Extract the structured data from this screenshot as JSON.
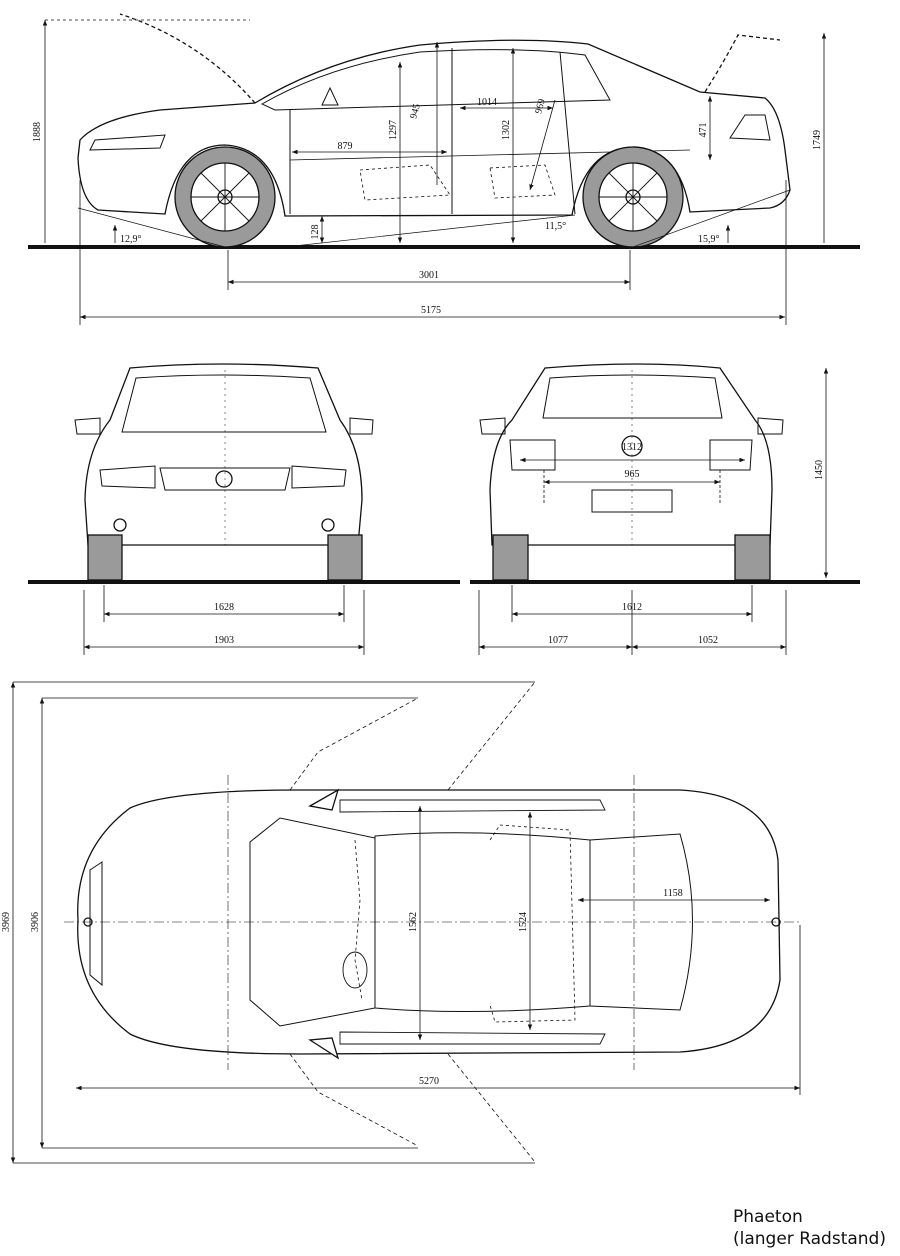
{
  "caption": {
    "line1": "Phaeton",
    "line2": "(langer Radstand)"
  },
  "side_view": {
    "overall_height": "1888",
    "height_rear": "1749",
    "wheelbase": "3001",
    "overall_length": "5175",
    "front_overhang_to_door": "879",
    "front_headroom": "1297",
    "front_seat_angle": "945",
    "rear_legroom": "1014",
    "interior_height": "1302",
    "rear_seat_angle": "969",
    "trunk_height": "471",
    "ground_clearance": "128",
    "approach_angle": "12,9°",
    "departure_angle": "15,9°",
    "ramp_angle": "11,5°"
  },
  "front_view": {
    "track_front": "1628",
    "width": "1903"
  },
  "rear_view": {
    "trunk_opening_width": "1312",
    "trunk_lid_width": "965",
    "height": "1450",
    "track_rear": "1612",
    "half_width_left": "1077",
    "half_width_right": "1052"
  },
  "top_view": {
    "width_mirrors_open": "3969",
    "width_doors_open": "3906",
    "interior_width_front": "1562",
    "interior_width_rear": "1524",
    "trunk_length": "1158",
    "length_doors": "5270"
  }
}
